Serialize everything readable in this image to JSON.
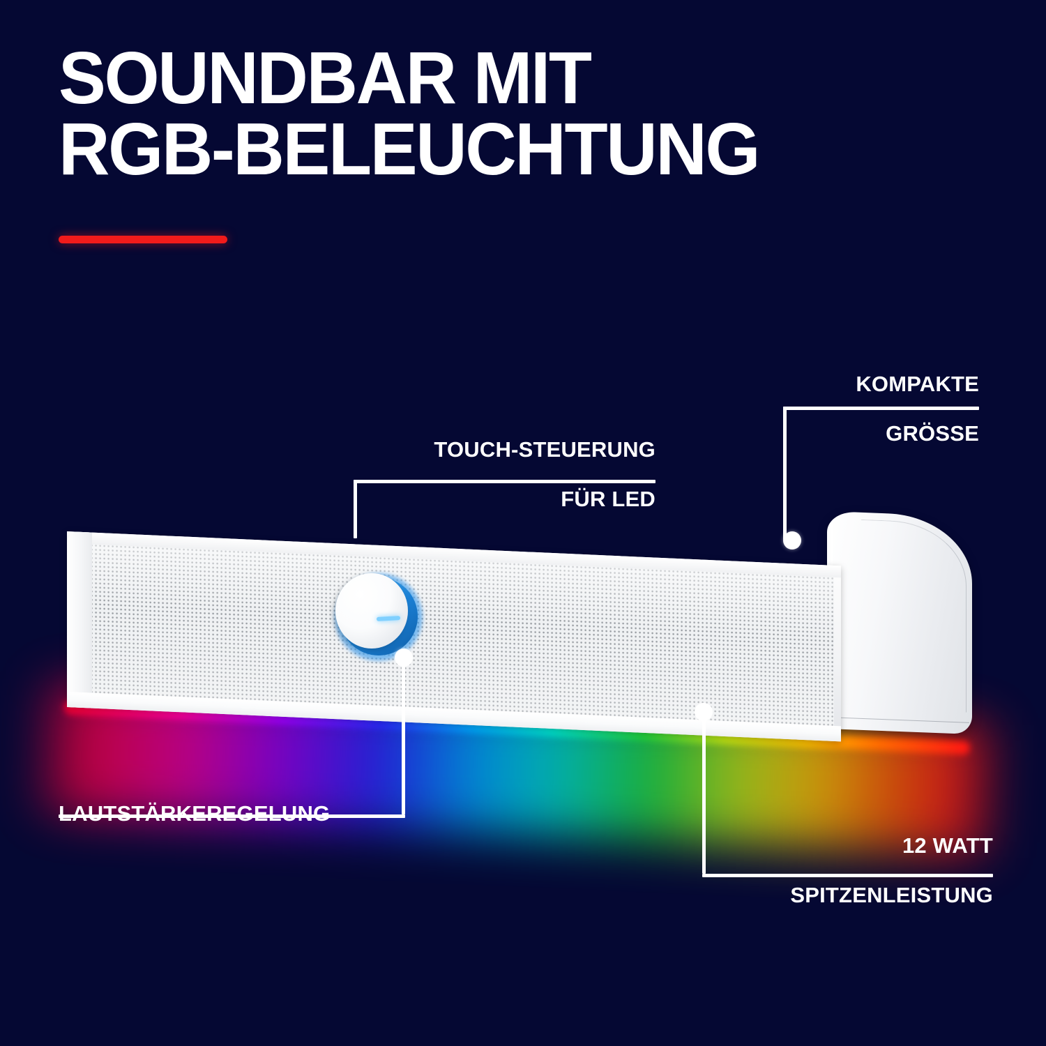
{
  "page": {
    "background_color": "#050833",
    "accent_color": "#f11b1b",
    "text_color": "#ffffff"
  },
  "headline": {
    "line1": "SOUNDBAR MIT",
    "line2": "RGB-BELEUCHTUNG"
  },
  "callouts": [
    {
      "id": "touch-control",
      "line1": "TOUCH-STEUERUNG",
      "line2": "FÜR LED",
      "align": "right"
    },
    {
      "id": "compact-size",
      "line1": "KOMPAKTE",
      "line2": "GRÖSSE",
      "align": "right"
    },
    {
      "id": "volume-control",
      "line1": "LAUTSTÄRKEREGELUNG",
      "line2": "",
      "align": "left"
    },
    {
      "id": "peak-power",
      "line1": "12 WATT",
      "line2": "SPITZENLEISTUNG",
      "align": "right"
    }
  ],
  "product": {
    "name": "soundbar",
    "finish": "white",
    "rgb_colors": [
      "#ff0033",
      "#ff00a0",
      "#a000ff",
      "#2a2aff",
      "#00a8ff",
      "#00e6cf",
      "#21d43c",
      "#c3e612",
      "#ffbe00",
      "#ff6a00",
      "#ff1414"
    ],
    "knob_glow_color": "#1a7fd4"
  }
}
